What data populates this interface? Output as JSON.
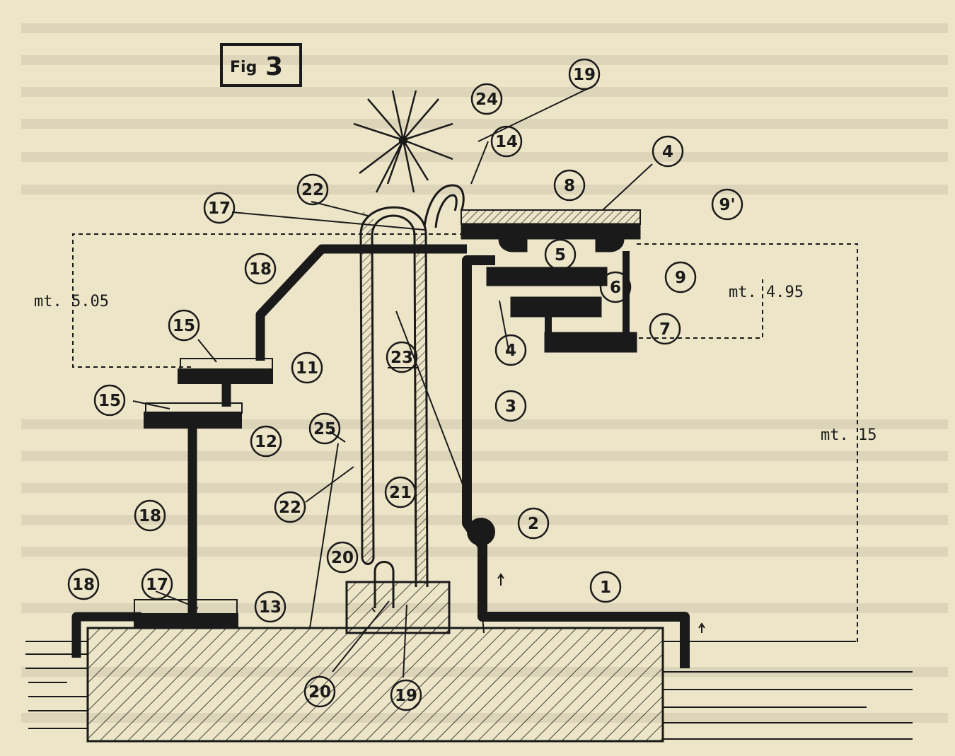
{
  "figure": {
    "label": "Fig",
    "number": "3"
  },
  "dimensions": {
    "left": "mt. 5.05",
    "right": "mt. 4.95",
    "total": "mt. 15"
  },
  "callouts": [
    {
      "id": "c1",
      "text": "1"
    },
    {
      "id": "c2",
      "text": "2"
    },
    {
      "id": "c3",
      "text": "3"
    },
    {
      "id": "c4a",
      "text": "4"
    },
    {
      "id": "c4b",
      "text": "4"
    },
    {
      "id": "c5",
      "text": "5"
    },
    {
      "id": "c6",
      "text": "6"
    },
    {
      "id": "c7",
      "text": "7"
    },
    {
      "id": "c8",
      "text": "8"
    },
    {
      "id": "c9",
      "text": "9"
    },
    {
      "id": "c9p",
      "text": "9'"
    },
    {
      "id": "c11",
      "text": "11"
    },
    {
      "id": "c12",
      "text": "12"
    },
    {
      "id": "c13",
      "text": "13"
    },
    {
      "id": "c14",
      "text": "14"
    },
    {
      "id": "c15a",
      "text": "15"
    },
    {
      "id": "c15b",
      "text": "15"
    },
    {
      "id": "c17a",
      "text": "17"
    },
    {
      "id": "c17b",
      "text": "17"
    },
    {
      "id": "c18a",
      "text": "18"
    },
    {
      "id": "c18b",
      "text": "18"
    },
    {
      "id": "c18c",
      "text": "18"
    },
    {
      "id": "c19a",
      "text": "19"
    },
    {
      "id": "c19b",
      "text": "19"
    },
    {
      "id": "c20a",
      "text": "20"
    },
    {
      "id": "c20b",
      "text": "20"
    },
    {
      "id": "c21",
      "text": "21"
    },
    {
      "id": "c22a",
      "text": "22"
    },
    {
      "id": "c22b",
      "text": "22"
    },
    {
      "id": "c23",
      "text": "23"
    },
    {
      "id": "c24",
      "text": "24"
    },
    {
      "id": "c25",
      "text": "25"
    }
  ],
  "colors": {
    "paper": "#ece5c8",
    "ink": "#1a1a1a",
    "bleed_text": "#b9b29b"
  }
}
